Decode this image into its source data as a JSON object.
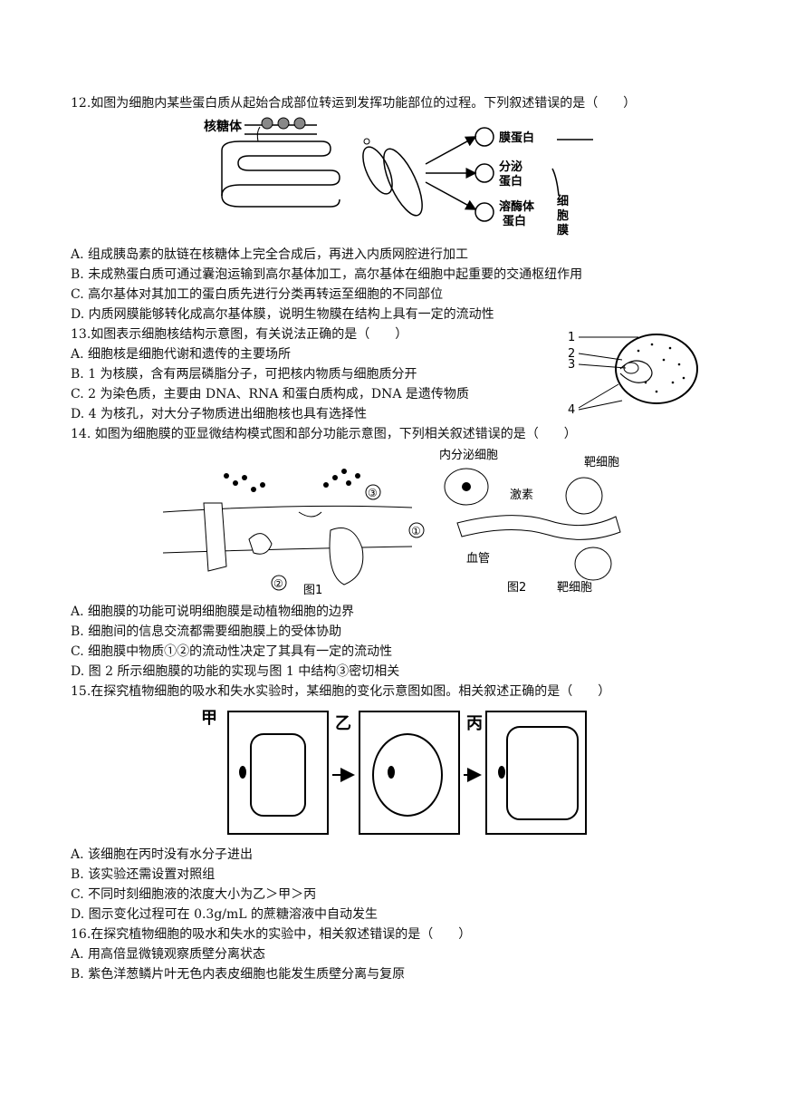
{
  "q12": {
    "stem": "12.如图为细胞内某些蛋白质从起始合成部位转运到发挥功能部位的过程。下列叙述错误的是（　　）",
    "figure": {
      "ribosome": "核糖体",
      "membrane_protein": "膜蛋白",
      "secreted_protein_1": "分泌",
      "secreted_protein_2": "蛋白",
      "lysosome_protein_1": "溶酶体",
      "lysosome_protein_2": "蛋白",
      "cell_membrane": [
        "细",
        "胞",
        "膜"
      ]
    },
    "options": [
      "A.  组成胰岛素的肽链在核糖体上完全合成后，再进入内质网腔进行加工",
      "B.  未成熟蛋白质可通过囊泡运输到高尔基体加工，高尔基体在细胞中起重要的交通枢纽作用",
      "C.  高尔基体对其加工的蛋白质先进行分类再转运至细胞的不同部位",
      "D.  内质网膜能够转化成高尔基体膜，说明生物膜在结构上具有一定的流动性"
    ]
  },
  "q13": {
    "stem": "13.如图表示细胞核结构示意图，有关说法正确的是（　　）",
    "figure": {
      "labels": [
        "1",
        "2",
        "3",
        "4"
      ]
    },
    "options": [
      "A.  细胞核是细胞代谢和遗传的主要场所",
      "B. 1 为核膜，含有两层磷脂分子，可把核内物质与细胞质分开",
      "C. 2 为染色质，主要由 DNA、RNA 和蛋白质构成，DNA 是遗传物质",
      "D. 4 为核孔，对大分子物质进出细胞核也具有选择性"
    ]
  },
  "q14": {
    "stem": "14.  如图为细胞膜的亚显微结构模式图和部分功能示意图，下列相关叙述错误的是（　　）",
    "figure1": {
      "label": "图1",
      "marks": [
        "①",
        "②",
        "③"
      ]
    },
    "figure2": {
      "label": "图2",
      "endocrine_cell": "内分泌细胞",
      "hormone": "激素",
      "target_cell_top": "靶细胞",
      "target_cell_bottom": "靶细胞",
      "blood_vessel": "血管"
    },
    "options": [
      "A.  细胞膜的功能可说明细胞膜是动植物细胞的边界",
      "B.  细胞间的信息交流都需要细胞膜上的受体协助",
      "C.  细胞膜中物质①②的流动性决定了其具有一定的流动性",
      "D.  图 2 所示细胞膜的功能的实现与图 1 中结构③密切相关"
    ]
  },
  "q15": {
    "stem": "15.在探究植物细胞的吸水和失水实验时，某细胞的变化示意图如图。相关叙述正确的是（　　）",
    "figure": {
      "labels": [
        "甲",
        "乙",
        "丙"
      ]
    },
    "options": [
      "A.  该细胞在丙时没有水分子进出",
      "B.  该实验还需设置对照组",
      "C.  不同时刻细胞液的浓度大小为乙＞甲＞丙",
      "D.  图示变化过程可在 0.3g/mL 的蔗糖溶液中自动发生"
    ]
  },
  "q16": {
    "stem": "16.在探究植物细胞的吸水和失水的实验中，相关叙述错误的是（　　）",
    "options": [
      "A.  用高倍显微镜观察质壁分离状态",
      "B.  紫色洋葱鳞片叶无色内表皮细胞也能发生质壁分离与复原"
    ]
  }
}
